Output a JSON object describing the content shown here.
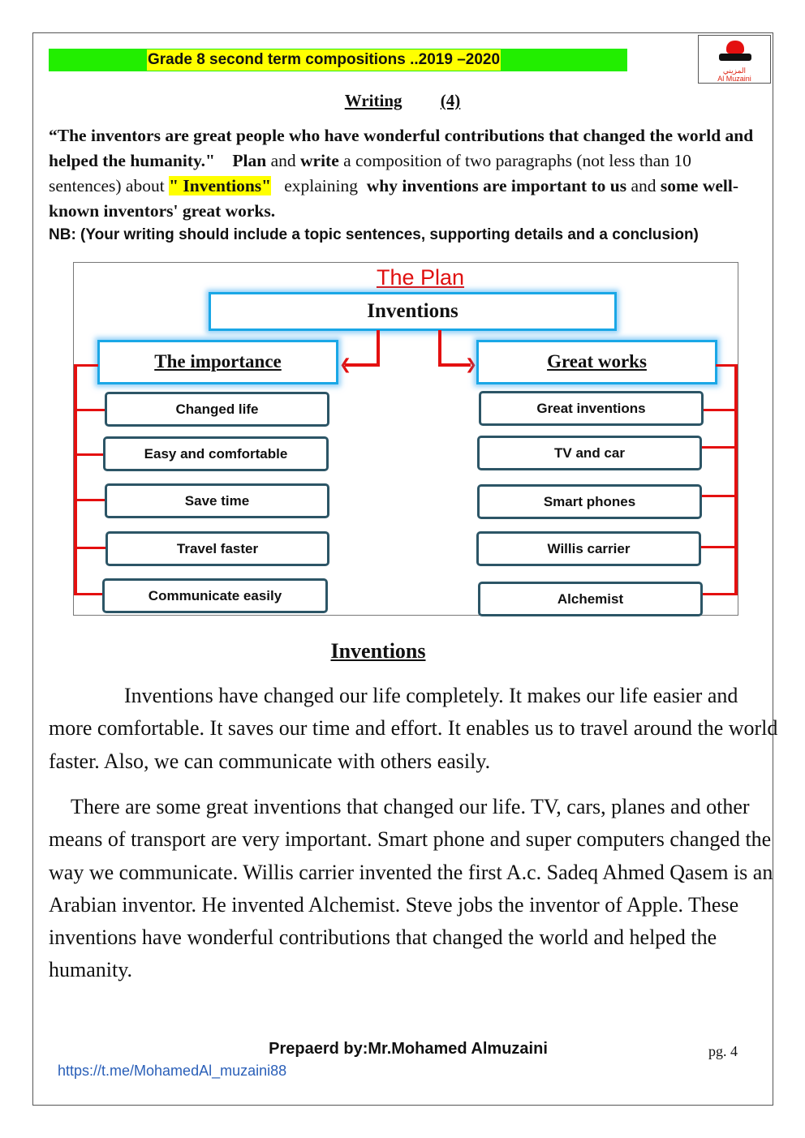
{
  "header": {
    "title": "Grade 8  second  term compositions ..2019 –2020",
    "logo_text": "Al Muzaini",
    "logo_arabic": "المزيني"
  },
  "writing": {
    "label": "Writing",
    "number": "(4)"
  },
  "prompt": {
    "quote": "“The inventors are great people who have wonderful contributions that changed the world and helped the humanity.\"",
    "plan": "Plan",
    "and1": " and ",
    "write": "write",
    "rest1": " a composition of two paragraphs (not less than 10 sentences) about ",
    "topic": "\" Inventions\"",
    "explaining": " explaining ",
    "why": "why inventions are important to us",
    "and2": " and ",
    "some": "some well-known inventors' great works."
  },
  "nb": "NB: (Your writing should include a topic sentences, supporting details and a conclusion)",
  "plan": {
    "title": "The Plan",
    "center": "Inventions",
    "left": {
      "heading": "The importance",
      "items": [
        "Changed life",
        "Easy and comfortable",
        "Save time",
        "Travel faster",
        "Communicate easily"
      ]
    },
    "right": {
      "heading": "Great works",
      "items": [
        "Great inventions",
        "TV and car",
        "Smart phones",
        "Willis carrier",
        "Alchemist"
      ]
    }
  },
  "essay": {
    "title": "Inventions",
    "p1": "Inventions have changed our life completely. It  makes our life easier and more comfortable. It saves our time and effort. It enables us to travel around the world faster. Also, we can communicate with others easily.",
    "p2": "There are some great inventions that changed our life. TV, cars, planes and other means of transport are very important. Smart phone and super computers changed the way we communicate. Willis carrier invented the first A.c.  Sadeq Ahmed Qasem is an Arabian inventor. He invented Alchemist. Steve jobs the inventor of Apple. These inventions have wonderful contributions that changed the world and helped the humanity."
  },
  "footer": {
    "prepared": "Prepaerd by:Mr.Mohamed Almuzaini",
    "page": "pg. 4",
    "link": "https://t.me/MohamedAl_muzaini88"
  }
}
